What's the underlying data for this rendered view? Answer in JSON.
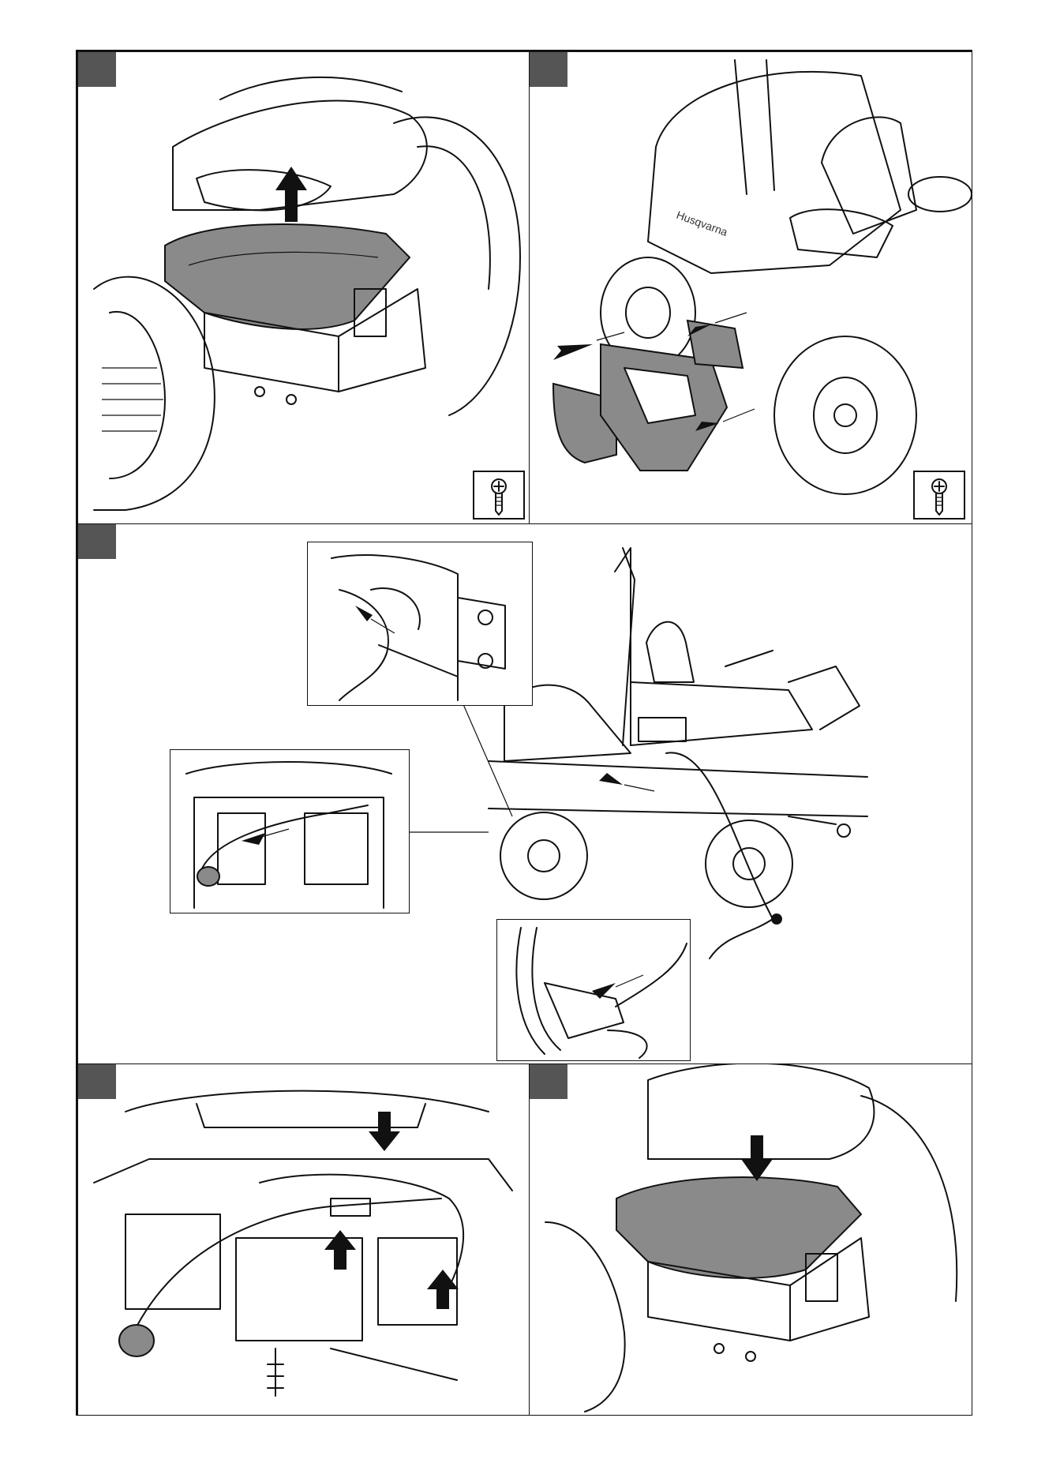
{
  "page": {
    "panels": [
      {
        "id": "step-1",
        "description_icon": "screw-icon"
      },
      {
        "id": "step-2",
        "description_icon": "screw-icon"
      },
      {
        "id": "step-3"
      },
      {
        "id": "step-4"
      },
      {
        "id": "step-5"
      }
    ],
    "brand_text": "Husqvarna",
    "footer": ""
  }
}
